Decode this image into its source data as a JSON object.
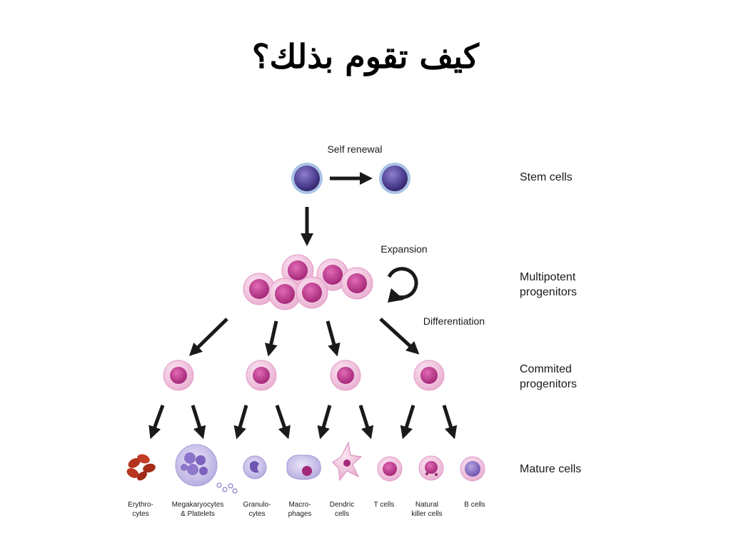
{
  "title": "كيف تقوم بذلك؟",
  "annotations": {
    "self_renewal": "Self renewal",
    "expansion": "Expansion",
    "differentiation": "Differentiation"
  },
  "row_labels": {
    "stem": "Stem cells",
    "multipotent_1": "Multipotent",
    "multipotent_2": "progenitors",
    "committed_1": "Commited",
    "committed_2": "progenitors",
    "mature": "Mature cells"
  },
  "mature_cells": [
    {
      "line1": "Erythro-",
      "line2": "cytes"
    },
    {
      "line1": "Megakaryocytes",
      "line2": "& Platelets"
    },
    {
      "line1": "Granulo-",
      "line2": "cytes"
    },
    {
      "line1": "Macro-",
      "line2": "phages"
    },
    {
      "line1": "Dendric",
      "line2": "cells"
    },
    {
      "line1": "T cells",
      "line2": ""
    },
    {
      "line1": "Natural",
      "line2": "killer cells"
    },
    {
      "line1": "B cells",
      "line2": ""
    }
  ],
  "colors": {
    "stem_fill": "#5a4a9c",
    "stem_ring": "#a9c3e6",
    "progenitor_outer": "#f3c6e1",
    "progenitor_inner": "#c0388f",
    "erythrocyte": "#b2331f",
    "arrow": "#1a1a1a"
  }
}
